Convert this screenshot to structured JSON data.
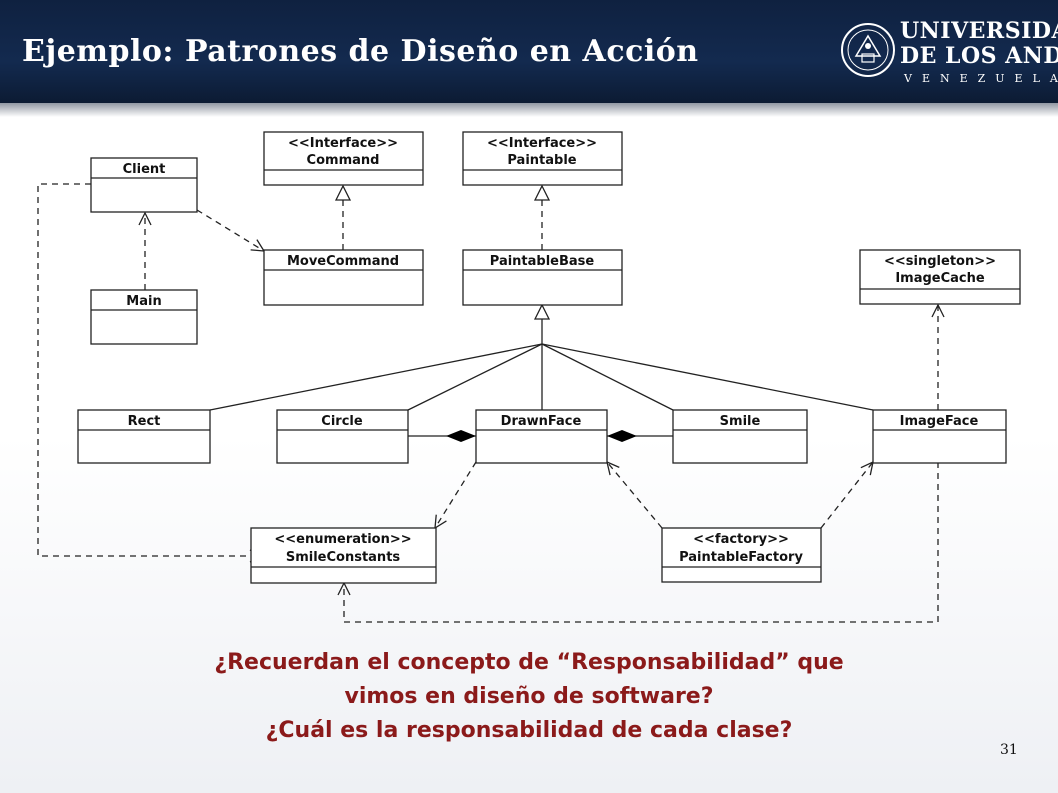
{
  "slide": {
    "title": "Ejemplo: Patrones de Diseño en Acción",
    "page_number": "31"
  },
  "logo": {
    "line1": "UNIVERSIDAD",
    "line2": "DE LOS ANDES",
    "line3": "VENEZUELA"
  },
  "classes": {
    "client": {
      "name": "Client"
    },
    "main": {
      "name": "Main"
    },
    "command": {
      "stereotype": "<<Interface>>",
      "name": "Command"
    },
    "paintable": {
      "stereotype": "<<Interface>>",
      "name": "Paintable"
    },
    "move_command": {
      "name": "MoveCommand"
    },
    "paintable_base": {
      "name": "PaintableBase"
    },
    "image_cache": {
      "stereotype": "<<singleton>>",
      "name": "ImageCache"
    },
    "rect": {
      "name": "Rect"
    },
    "circle": {
      "name": "Circle"
    },
    "drawn_face": {
      "name": "DrawnFace"
    },
    "smile": {
      "name": "Smile"
    },
    "image_face": {
      "name": "ImageFace"
    },
    "smile_constants": {
      "stereotype": "<<enumeration>>",
      "name": "SmileConstants"
    },
    "paintable_factory": {
      "stereotype": "<<factory>>",
      "name": "PaintableFactory"
    }
  },
  "question": {
    "line1": "¿Recuerdan el concepto de “Responsabilidad” que",
    "line2": "vimos en diseño de software?",
    "line3": "¿Cuál es la responsabilidad de cada clase?"
  },
  "colors": {
    "header_bg": "#132a4f",
    "question_text": "#8b1a1a"
  }
}
